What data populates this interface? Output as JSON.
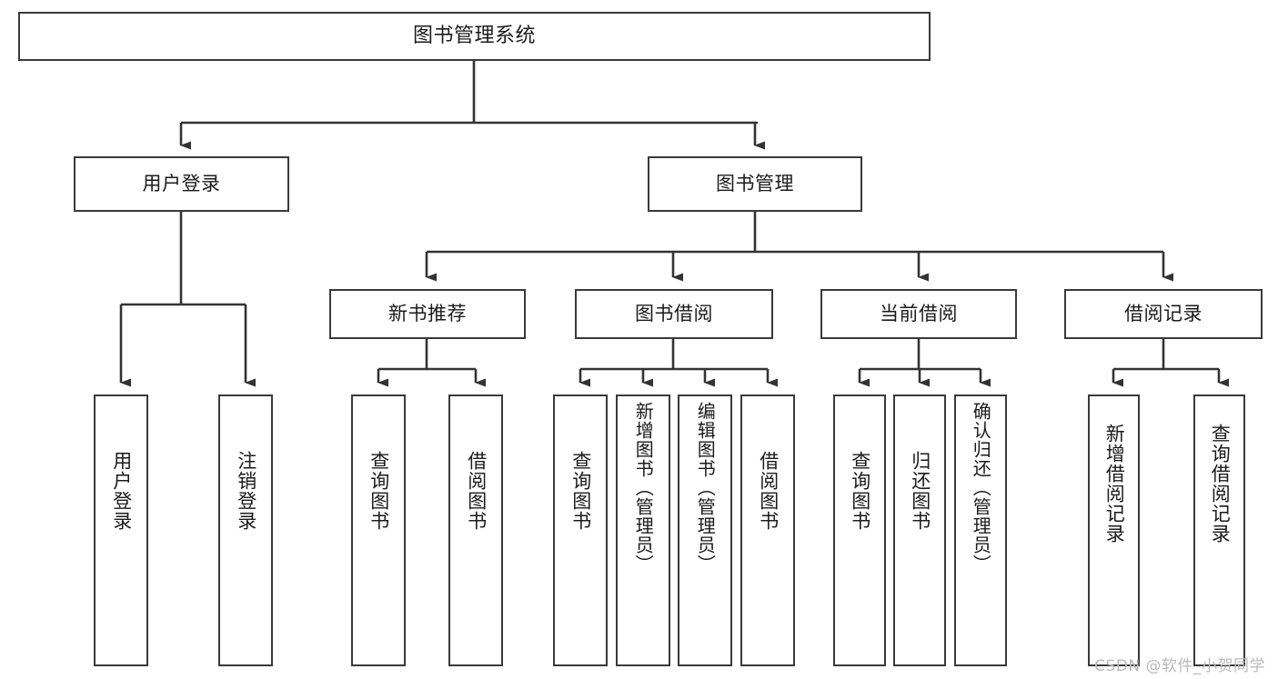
{
  "diagram": {
    "title": "图书管理系统",
    "type": "tree-hierarchy",
    "watermark": "CSDN @软件_小贺同学",
    "line_color": "#3a3a3a",
    "box_fill": "#ffffff",
    "text_color": "#1b1b1b"
  },
  "nodes": {
    "root": {
      "label": "图书管理系统",
      "level": 0
    },
    "level1": [
      {
        "id": "user-login",
        "label": "用户登录"
      },
      {
        "id": "book-manage",
        "label": "图书管理"
      }
    ],
    "level2": [
      {
        "id": "new-book-recommend",
        "label": "新书推荐",
        "parent": "book-manage"
      },
      {
        "id": "book-borrow",
        "label": "图书借阅",
        "parent": "book-manage"
      },
      {
        "id": "current-borrow",
        "label": "当前借阅",
        "parent": "book-manage"
      },
      {
        "id": "borrow-record",
        "label": "借阅记录",
        "parent": "book-manage"
      }
    ],
    "leaves": {
      "user_login": [
        {
          "id": "leaf-user-login",
          "label": "用户登录"
        },
        {
          "id": "leaf-logout",
          "label": "注销登录"
        }
      ],
      "new_book_recommend": [
        {
          "id": "leaf-query-book-1",
          "label": "查询图书"
        },
        {
          "id": "leaf-borrow-book-1",
          "label": "借阅图书"
        }
      ],
      "book_borrow": [
        {
          "id": "leaf-query-book-2",
          "label": "查询图书"
        },
        {
          "id": "leaf-add-book",
          "label": "新增图书（管理员）"
        },
        {
          "id": "leaf-edit-book",
          "label": "编辑图书（管理员）"
        },
        {
          "id": "leaf-borrow-book-2",
          "label": "借阅图书"
        }
      ],
      "current_borrow": [
        {
          "id": "leaf-query-book-3",
          "label": "查询图书"
        },
        {
          "id": "leaf-return-book",
          "label": "归还图书"
        },
        {
          "id": "leaf-confirm-return",
          "label": "确认归还（管理员）"
        }
      ],
      "borrow_record": [
        {
          "id": "leaf-add-record",
          "label": "新增借阅记录"
        },
        {
          "id": "leaf-query-record",
          "label": "查询借阅记录"
        }
      ]
    }
  }
}
